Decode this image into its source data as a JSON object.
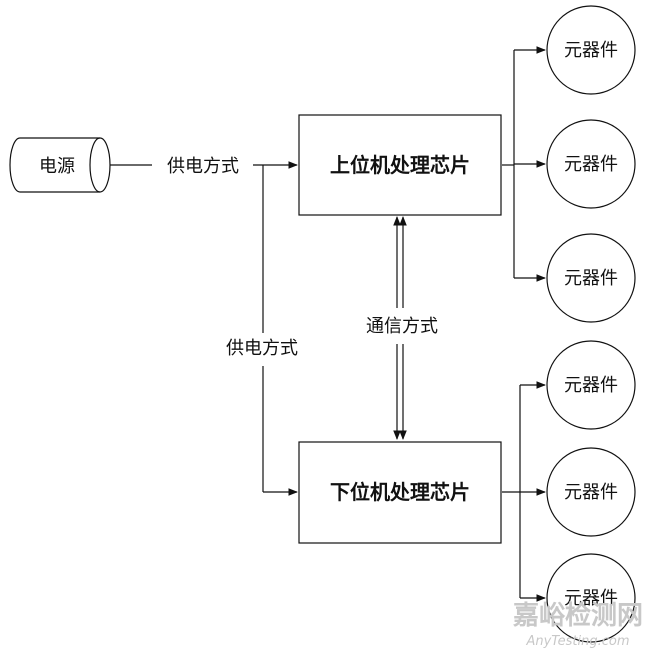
{
  "power_source": {
    "label": "电源"
  },
  "supply_label_top": "供电方式",
  "supply_label_left": "供电方式",
  "comm_label": "通信方式",
  "upper_chip": {
    "label": "上位机处理芯片"
  },
  "lower_chip": {
    "label": "下位机处理芯片"
  },
  "upper_components": [
    "元器件",
    "元器件",
    "元器件"
  ],
  "lower_components": [
    "元器件",
    "元器件",
    "元器件"
  ],
  "watermark": {
    "cn": "嘉峪检测网",
    "en": "AnyTesting.com"
  }
}
